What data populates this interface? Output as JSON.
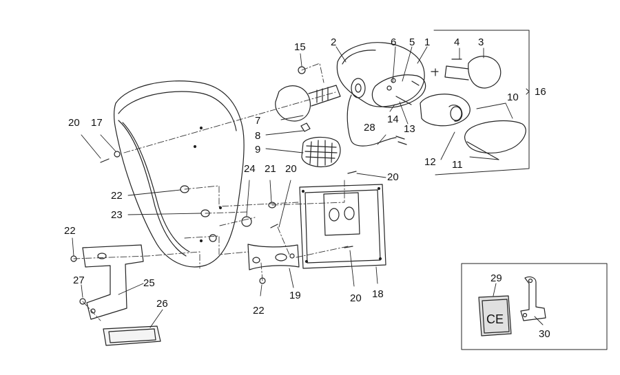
{
  "callouts": [
    {
      "id": "c1",
      "label": "1"
    },
    {
      "id": "c2",
      "label": "2"
    },
    {
      "id": "c3",
      "label": "3"
    },
    {
      "id": "c4",
      "label": "4"
    },
    {
      "id": "c5",
      "label": "5"
    },
    {
      "id": "c6",
      "label": "6"
    },
    {
      "id": "c7",
      "label": "7"
    },
    {
      "id": "c8",
      "label": "8"
    },
    {
      "id": "c9",
      "label": "9"
    },
    {
      "id": "c10",
      "label": "10"
    },
    {
      "id": "c11",
      "label": "11"
    },
    {
      "id": "c12",
      "label": "12"
    },
    {
      "id": "c13",
      "label": "13"
    },
    {
      "id": "c14",
      "label": "14"
    },
    {
      "id": "c15",
      "label": "15"
    },
    {
      "id": "c16",
      "label": "16"
    },
    {
      "id": "c17",
      "label": "17"
    },
    {
      "id": "c18",
      "label": "18"
    },
    {
      "id": "c19",
      "label": "19"
    },
    {
      "id": "c20a",
      "label": "20"
    },
    {
      "id": "c20b",
      "label": "20"
    },
    {
      "id": "c20c",
      "label": "20"
    },
    {
      "id": "c20d",
      "label": "20"
    },
    {
      "id": "c21",
      "label": "21"
    },
    {
      "id": "c22a",
      "label": "22"
    },
    {
      "id": "c22b",
      "label": "22"
    },
    {
      "id": "c22c",
      "label": "22"
    },
    {
      "id": "c23",
      "label": "23"
    },
    {
      "id": "c24",
      "label": "24"
    },
    {
      "id": "c25",
      "label": "25"
    },
    {
      "id": "c26",
      "label": "26"
    },
    {
      "id": "c27",
      "label": "27"
    },
    {
      "id": "c28",
      "label": "28"
    },
    {
      "id": "c29",
      "label": "29"
    },
    {
      "id": "c30",
      "label": "30"
    }
  ],
  "ce_mark": "CE",
  "colors": {
    "line": "#222222",
    "dash": "#333333",
    "fill": "#ffffff",
    "grey": "#dddddd"
  }
}
